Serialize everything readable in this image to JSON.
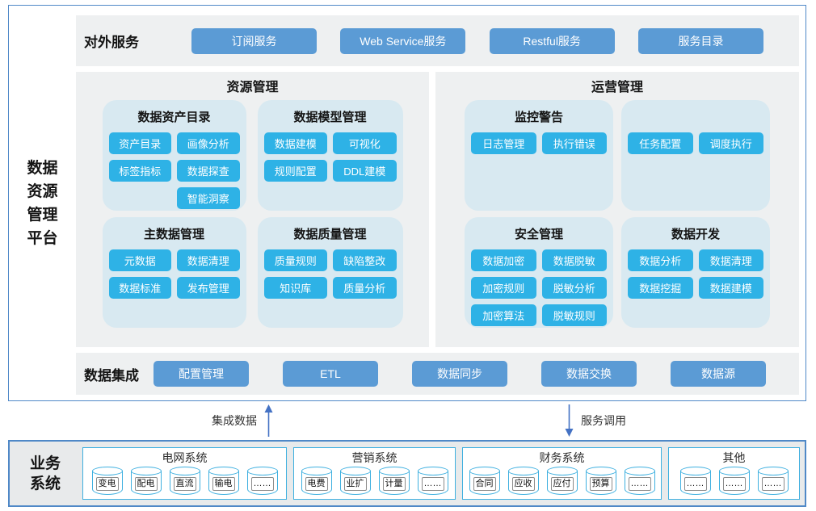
{
  "colors": {
    "accent_blue": "#5b9bd5",
    "accent_cyan": "#2eb2e6",
    "subbox_bg": "#d8e9f1",
    "panel_bg": "#eef0f1",
    "arrow_blue": "#4472c4",
    "cylinder_stroke": "#3fb0e0",
    "outer_border": "#5089c8"
  },
  "platform": {
    "side_label": "数据\n资源\n管理\n平台",
    "services": {
      "label": "对外服务",
      "buttons": [
        "订阅服务",
        "Web Service服务",
        "Restful服务",
        "服务目录"
      ]
    },
    "resource_panel": {
      "title": "资源管理",
      "boxes": [
        {
          "title": "数据资产目录",
          "buttons": [
            "资产目录",
            "画像分析",
            "标签指标",
            "数据探查",
            "",
            "智能洞察"
          ]
        },
        {
          "title": "数据模型管理",
          "buttons": [
            "数据建模",
            "可视化",
            "规则配置",
            "DDL建模"
          ]
        },
        {
          "title": "主数据管理",
          "buttons": [
            "元数据",
            "数据清理",
            "数据标准",
            "发布管理"
          ]
        },
        {
          "title": "数据质量管理",
          "buttons": [
            "质量规则",
            "缺陷整改",
            "知识库",
            "质量分析"
          ]
        }
      ]
    },
    "operation_panel": {
      "title": "运营管理",
      "boxes": [
        {
          "title": "监控警告",
          "buttons": [
            "日志管理",
            "执行错误"
          ]
        },
        {
          "title": "",
          "buttons": [
            "任务配置",
            "调度执行"
          ]
        },
        {
          "title": "安全管理",
          "buttons": [
            "数据加密",
            "数据脱敏",
            "加密规则",
            "脱敏分析",
            "加密算法",
            "脱敏规则"
          ]
        },
        {
          "title": "数据开发",
          "buttons": [
            "数据分析",
            "数据清理",
            "数据挖掘",
            "数据建模"
          ]
        }
      ]
    },
    "integration": {
      "label": "数据集成",
      "buttons": [
        "配置管理",
        "ETL",
        "数据同步",
        "数据交换",
        "数据源"
      ]
    }
  },
  "flows": {
    "up_label": "集成数据",
    "down_label": "服务调用"
  },
  "business": {
    "side_label": "业务\n系统",
    "groups": [
      {
        "title": "电网系统",
        "items": [
          "变电",
          "配电",
          "直流",
          "输电",
          "……"
        ]
      },
      {
        "title": "营销系统",
        "items": [
          "电费",
          "业扩",
          "计量",
          "……"
        ]
      },
      {
        "title": "财务系统",
        "items": [
          "合同",
          "应收",
          "应付",
          "预算",
          "……"
        ]
      },
      {
        "title": "其他",
        "items": [
          "……",
          "……",
          "……"
        ]
      }
    ]
  }
}
